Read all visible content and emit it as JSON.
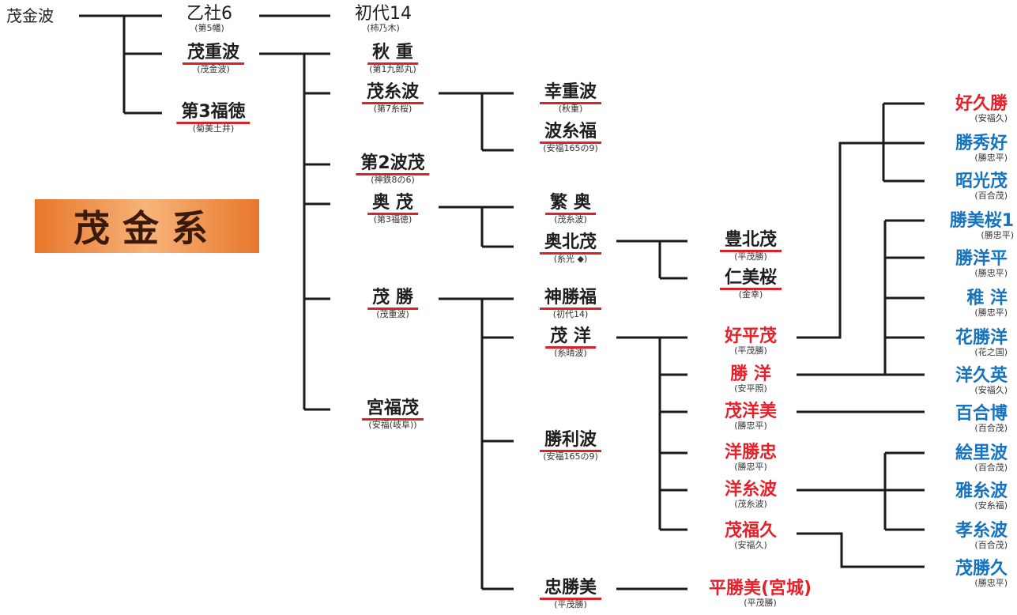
{
  "title": "茂金系",
  "root": "茂金波",
  "colors": {
    "line": "#1a1a1a",
    "red": "#e8202a",
    "blue": "#1673c0",
    "underline": "#d9222a",
    "banner": "#e8772b"
  },
  "nodes": [
    {
      "id": "otsusha6",
      "name": "乙社6",
      "sub": "(第5幡)"
    },
    {
      "id": "shodai14",
      "name": "初代14",
      "sub": "(柿乃木)"
    },
    {
      "id": "shigehanami",
      "name": "茂重波",
      "sub": "(茂金波)"
    },
    {
      "id": "daisan_fukutoku",
      "name": "第3福徳",
      "sub": "(菊美土井)"
    },
    {
      "id": "akishige",
      "name": "秋 重",
      "sub": "(第1九郎丸)"
    },
    {
      "id": "shigeitonami",
      "name": "茂糸波",
      "sub": "(第7糸桜)"
    },
    {
      "id": "koushigenami",
      "name": "幸重波",
      "sub": "(秋重)"
    },
    {
      "id": "namiitofuku",
      "name": "波糸福",
      "sub": "(安福165の9)"
    },
    {
      "id": "daini_namishige",
      "name": "第2波茂",
      "sub": "(神鉄8の6)"
    },
    {
      "id": "okushige",
      "name": "奥 茂",
      "sub": "(第3福徳)"
    },
    {
      "id": "shigeoku",
      "name": "繁 奥",
      "sub": "(茂糸波)"
    },
    {
      "id": "okukitashige",
      "name": "奥北茂",
      "sub": "(糸光 ◆)"
    },
    {
      "id": "toyokitashige",
      "name": "豊北茂",
      "sub": "(平茂勝)"
    },
    {
      "id": "nimisakura",
      "name": "仁美桜",
      "sub": "(金幸)"
    },
    {
      "id": "shigekatsu",
      "name": "茂 勝",
      "sub": "(茂重波)"
    },
    {
      "id": "kamikatsufuku",
      "name": "神勝福",
      "sub": "(初代14)"
    },
    {
      "id": "shigehiro",
      "name": "茂 洋",
      "sub": "(糸晴波)"
    },
    {
      "id": "miyafukushige",
      "name": "宮福茂",
      "sub": "(安福(岐阜))"
    },
    {
      "id": "katsurinami",
      "name": "勝利波",
      "sub": "(安福165の9)"
    },
    {
      "id": "tadakatsumi",
      "name": "忠勝美",
      "sub": "(平茂勝)"
    },
    {
      "id": "hirakatsumi",
      "name": "平勝美(宮城)",
      "sub": "(平茂勝)"
    },
    {
      "id": "yoshiheishige",
      "name": "好平茂",
      "sub": "(平茂勝)"
    },
    {
      "id": "katsuhiro",
      "name": "勝 洋",
      "sub": "(安平照)"
    },
    {
      "id": "shigehiromi",
      "name": "茂洋美",
      "sub": "(勝忠平)"
    },
    {
      "id": "hirokatsutada",
      "name": "洋勝忠",
      "sub": "(勝忠平)"
    },
    {
      "id": "hiroitonami",
      "name": "洋糸波",
      "sub": "(茂糸波)"
    },
    {
      "id": "shigefukuhisa",
      "name": "茂福久",
      "sub": "(安福久)"
    },
    {
      "id": "yoshihisakatsu",
      "name": "好久勝",
      "sub": "(安福久)"
    },
    {
      "id": "katsuhideyoshi",
      "name": "勝秀好",
      "sub": "(勝忠平)"
    },
    {
      "id": "shoukoushige",
      "name": "昭光茂",
      "sub": "(百合茂)"
    },
    {
      "id": "katsumisakura1",
      "name": "勝美桜1",
      "sub": "(勝忠平)"
    },
    {
      "id": "katsuhirohira",
      "name": "勝洋平",
      "sub": "(勝忠平)"
    },
    {
      "id": "chihiro",
      "name": "稚 洋",
      "sub": "(勝忠平)"
    },
    {
      "id": "hanakatsuhiro",
      "name": "花勝洋",
      "sub": "(花之国)"
    },
    {
      "id": "hirohisahide",
      "name": "洋久英",
      "sub": "(安福久)"
    },
    {
      "id": "yurihiro",
      "name": "百合博",
      "sub": "(百合茂)"
    },
    {
      "id": "erinami",
      "name": "絵里波",
      "sub": "(百合茂)"
    },
    {
      "id": "masaitonami",
      "name": "雅糸波",
      "sub": "(安糸福)"
    },
    {
      "id": "takaitonami",
      "name": "孝糸波",
      "sub": "(百合茂)"
    },
    {
      "id": "shigekatsuhisa",
      "name": "茂勝久",
      "sub": "(勝忠平)"
    }
  ]
}
